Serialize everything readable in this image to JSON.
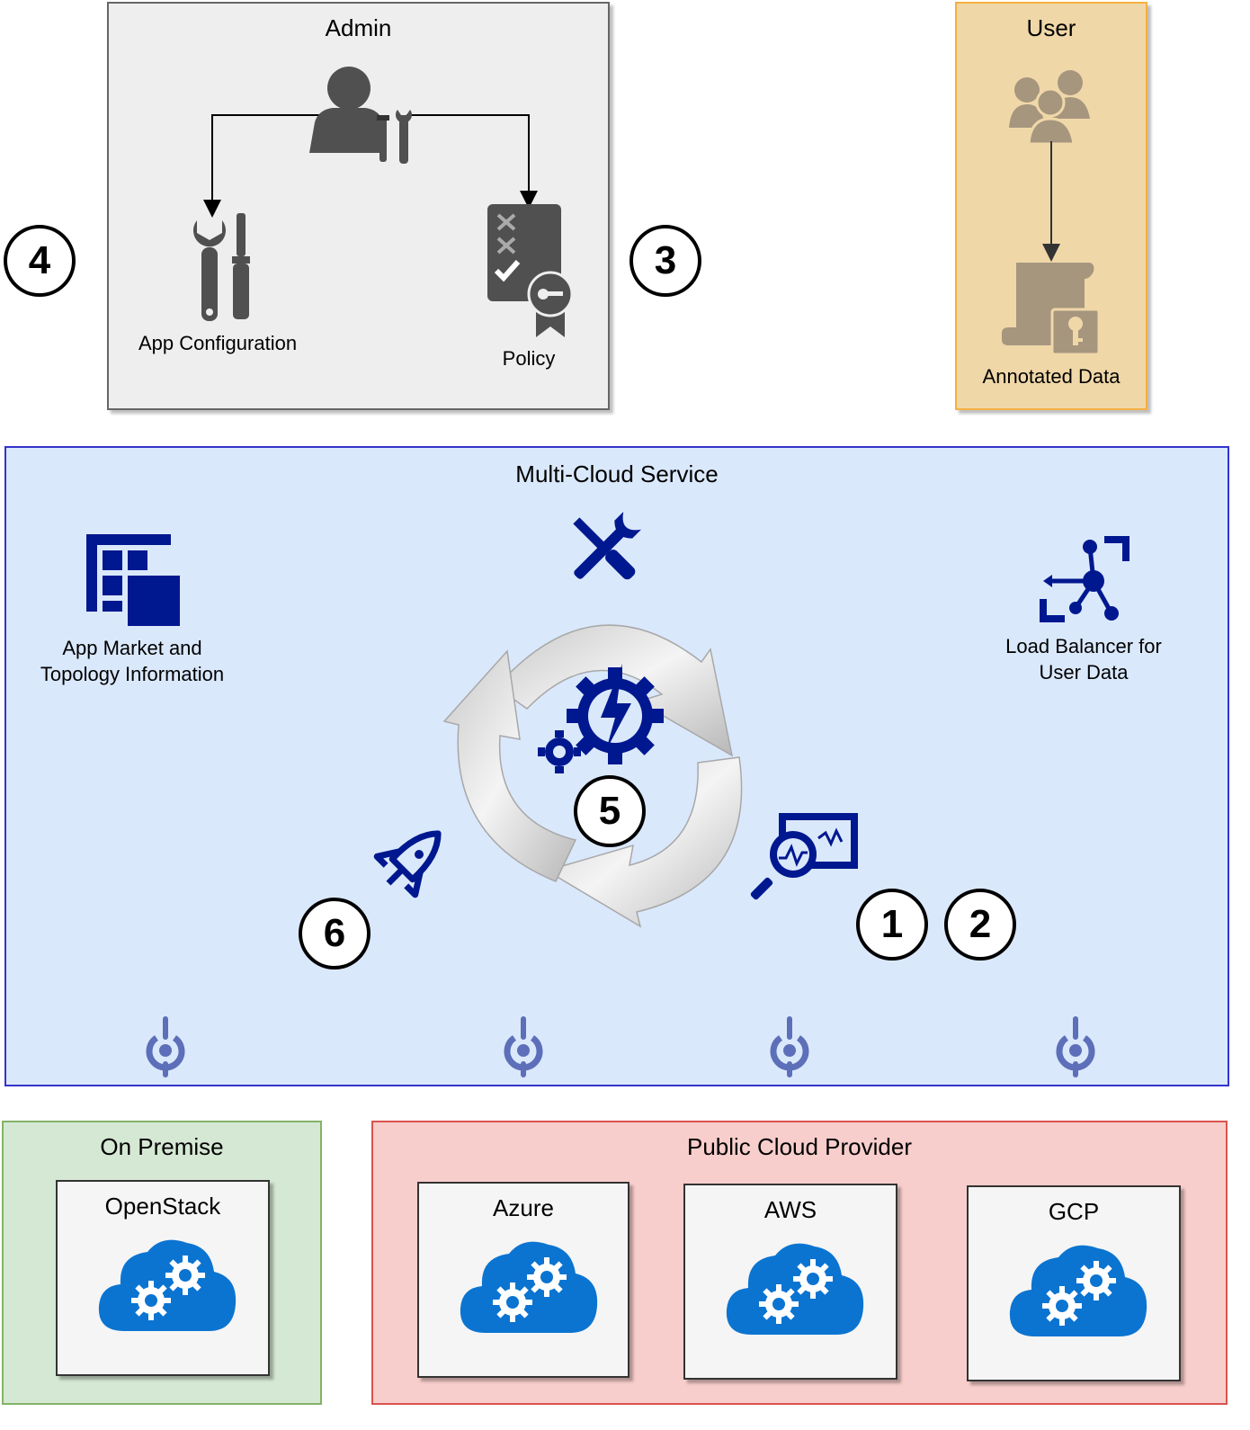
{
  "admin": {
    "title": "Admin",
    "app_config_label": "App Configuration",
    "policy_label": "Policy"
  },
  "user": {
    "title": "User",
    "annotated_data_label": "Annotated Data"
  },
  "multicloud": {
    "title": "Multi-Cloud Service",
    "app_market_label": "App Market and\nTopology Information",
    "load_balancer_label": "Load Balancer for\nUser Data"
  },
  "badges": {
    "b1": "1",
    "b2": "2",
    "b3": "3",
    "b4": "4",
    "b5": "5",
    "b6": "6"
  },
  "on_premise": {
    "title": "On Premise",
    "providers": [
      "OpenStack"
    ]
  },
  "public_cloud": {
    "title": "Public Cloud Provider",
    "providers": [
      "Azure",
      "AWS",
      "GCP"
    ]
  },
  "colors": {
    "admin_bg": "#eeeeee",
    "user_bg": "#f0d7a8",
    "multicloud_bg": "#dae8fc",
    "onprem_bg": "#d5e8d4",
    "public_bg": "#f8cecc",
    "icon_navy": "#00188f",
    "icon_gray": "#505050",
    "cloud_blue": "#0b74d1"
  }
}
